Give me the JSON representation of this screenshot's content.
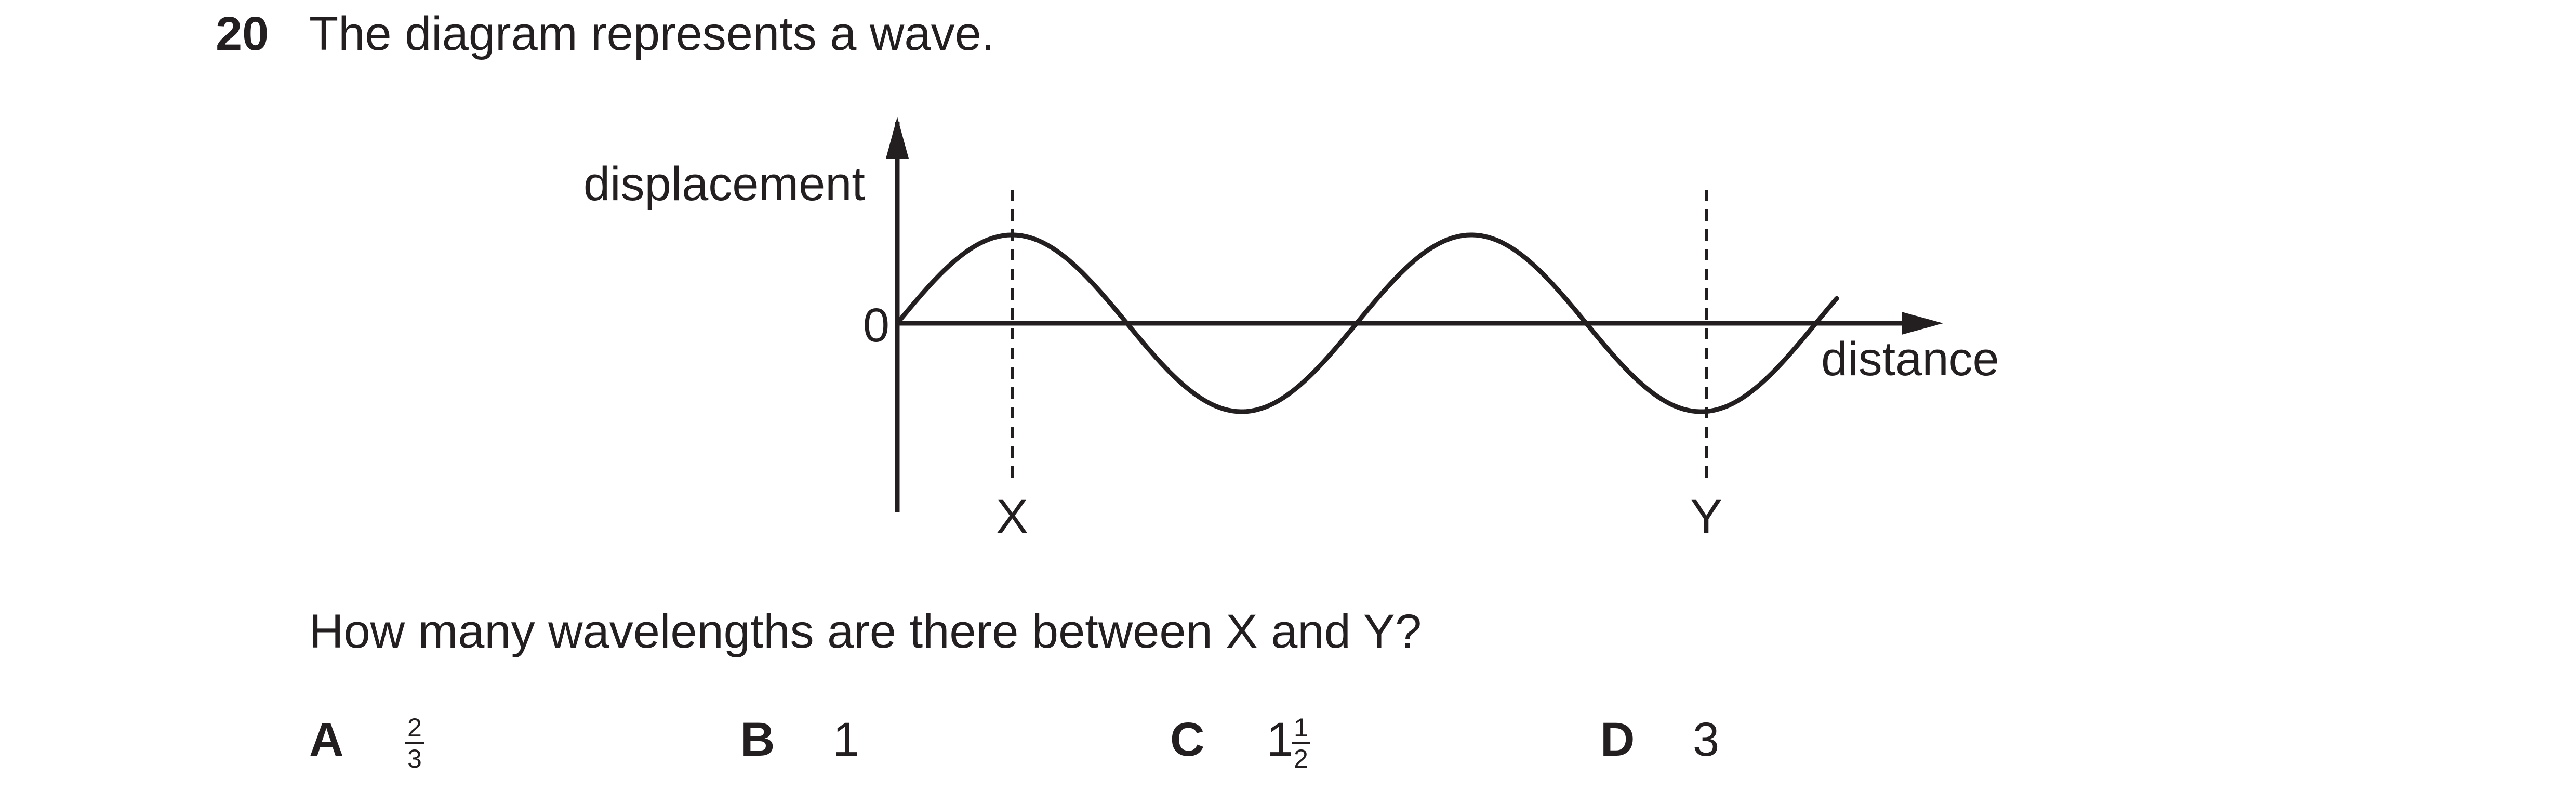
{
  "question": {
    "number": "20",
    "text": "The diagram represents a wave.",
    "prompt": "How many wavelengths are there between X and Y?"
  },
  "diagram": {
    "y_axis_label": "displacement",
    "x_axis_label": "distance",
    "origin_label": "0",
    "marker_x_label": "X",
    "marker_y_label": "Y"
  },
  "options": [
    {
      "letter": "A",
      "numerator": "2",
      "denominator": "3"
    },
    {
      "letter": "B",
      "value": "1"
    },
    {
      "letter": "C",
      "whole": "1",
      "numerator": "1",
      "denominator": "2"
    },
    {
      "letter": "D",
      "value": "3"
    }
  ]
}
